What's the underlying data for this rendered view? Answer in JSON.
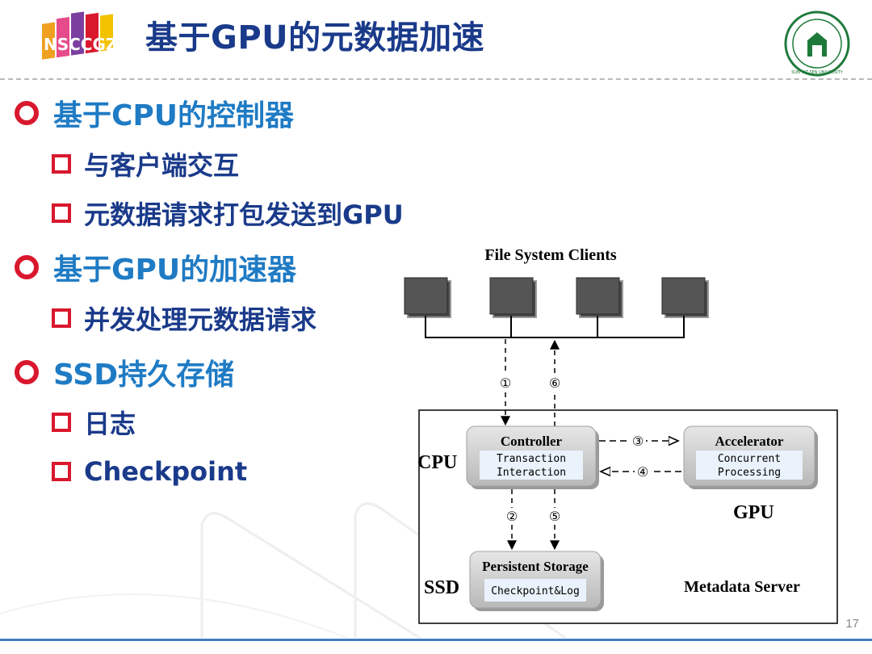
{
  "header": {
    "title": "基于GPU的元数据加速",
    "logo_left_text": "NSCCGZ",
    "logo_right_text": "SUN YAT-SEN UNIVERSITY"
  },
  "bullets": [
    {
      "level": 1,
      "text": "基于CPU的控制器"
    },
    {
      "level": 2,
      "text": "与客户端交互"
    },
    {
      "level": 2,
      "text": "元数据请求打包发送到GPU"
    },
    {
      "level": 1,
      "text": "基于GPU的加速器"
    },
    {
      "level": 2,
      "text": "并发处理元数据请求"
    },
    {
      "level": 1,
      "text": "SSD持久存储"
    },
    {
      "level": 2,
      "text": "日志"
    },
    {
      "level": 2,
      "text": "Checkpoint"
    }
  ],
  "diagram": {
    "clients_label": "File System Clients",
    "cpu_label": "CPU",
    "gpu_label": "GPU",
    "ssd_label": "SSD",
    "server_label": "Metadata Server",
    "controller": {
      "title": "Controller",
      "line1": "Transaction",
      "line2": "Interaction"
    },
    "accelerator": {
      "title": "Accelerator",
      "line1": "Concurrent",
      "line2": "Processing"
    },
    "storage": {
      "title": "Persistent Storage",
      "inner": "Checkpoint&Log"
    },
    "step_labels": [
      "①",
      "②",
      "③",
      "④",
      "⑤",
      "⑥"
    ]
  },
  "colors": {
    "title_blue": "#1a3a8a",
    "bullet_l1_blue": "#1f7bc4",
    "bullet_red": "#d9182d",
    "footer_blue": "#3f7fc0"
  },
  "page_number": "17"
}
